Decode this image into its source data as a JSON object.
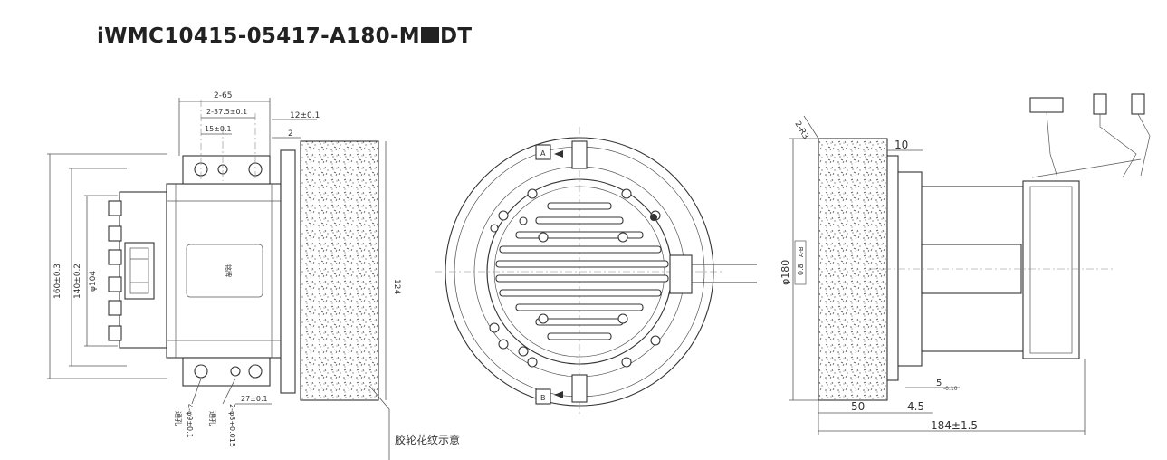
{
  "title": {
    "prefix": "iWMC10415-05417-A180-M",
    "suffix": "DT"
  },
  "front_view": {
    "dim_2_65": "2-65",
    "dim_2_37_5": "2-37.5±0.1",
    "dim_15": "15±0.1",
    "dim_12": "12±0.1",
    "dim_2": "2",
    "dim_160": "160±0.3",
    "dim_140": "140±0.2",
    "dim_104": "φ104",
    "dim_124": "124",
    "dim_27": "27±0.1",
    "hole_4_phi9": "4-φ9±0.1",
    "hole_4_note": "通孔",
    "hole_2_phi8": "2-φ8+0.015",
    "hole_2_note": "通孔",
    "nameplate": "铭牌"
  },
  "center_view": {
    "marker_a": "A",
    "marker_b": "B",
    "tread_note": "胶轮花纹示意"
  },
  "side_view": {
    "dim_2_r3": "2-R3",
    "dim_10": "10",
    "dim_phi180": "φ180",
    "tol_box": "0.8",
    "tol_ref": "A-B",
    "dim_5": "5",
    "dim_5_tol": "-0.10",
    "dim_4_5": "4.5",
    "dim_50": "50",
    "dim_184": "184±1.5"
  },
  "colors": {
    "line": "#333333",
    "dim": "#555555",
    "tread_dot": "#444444"
  }
}
